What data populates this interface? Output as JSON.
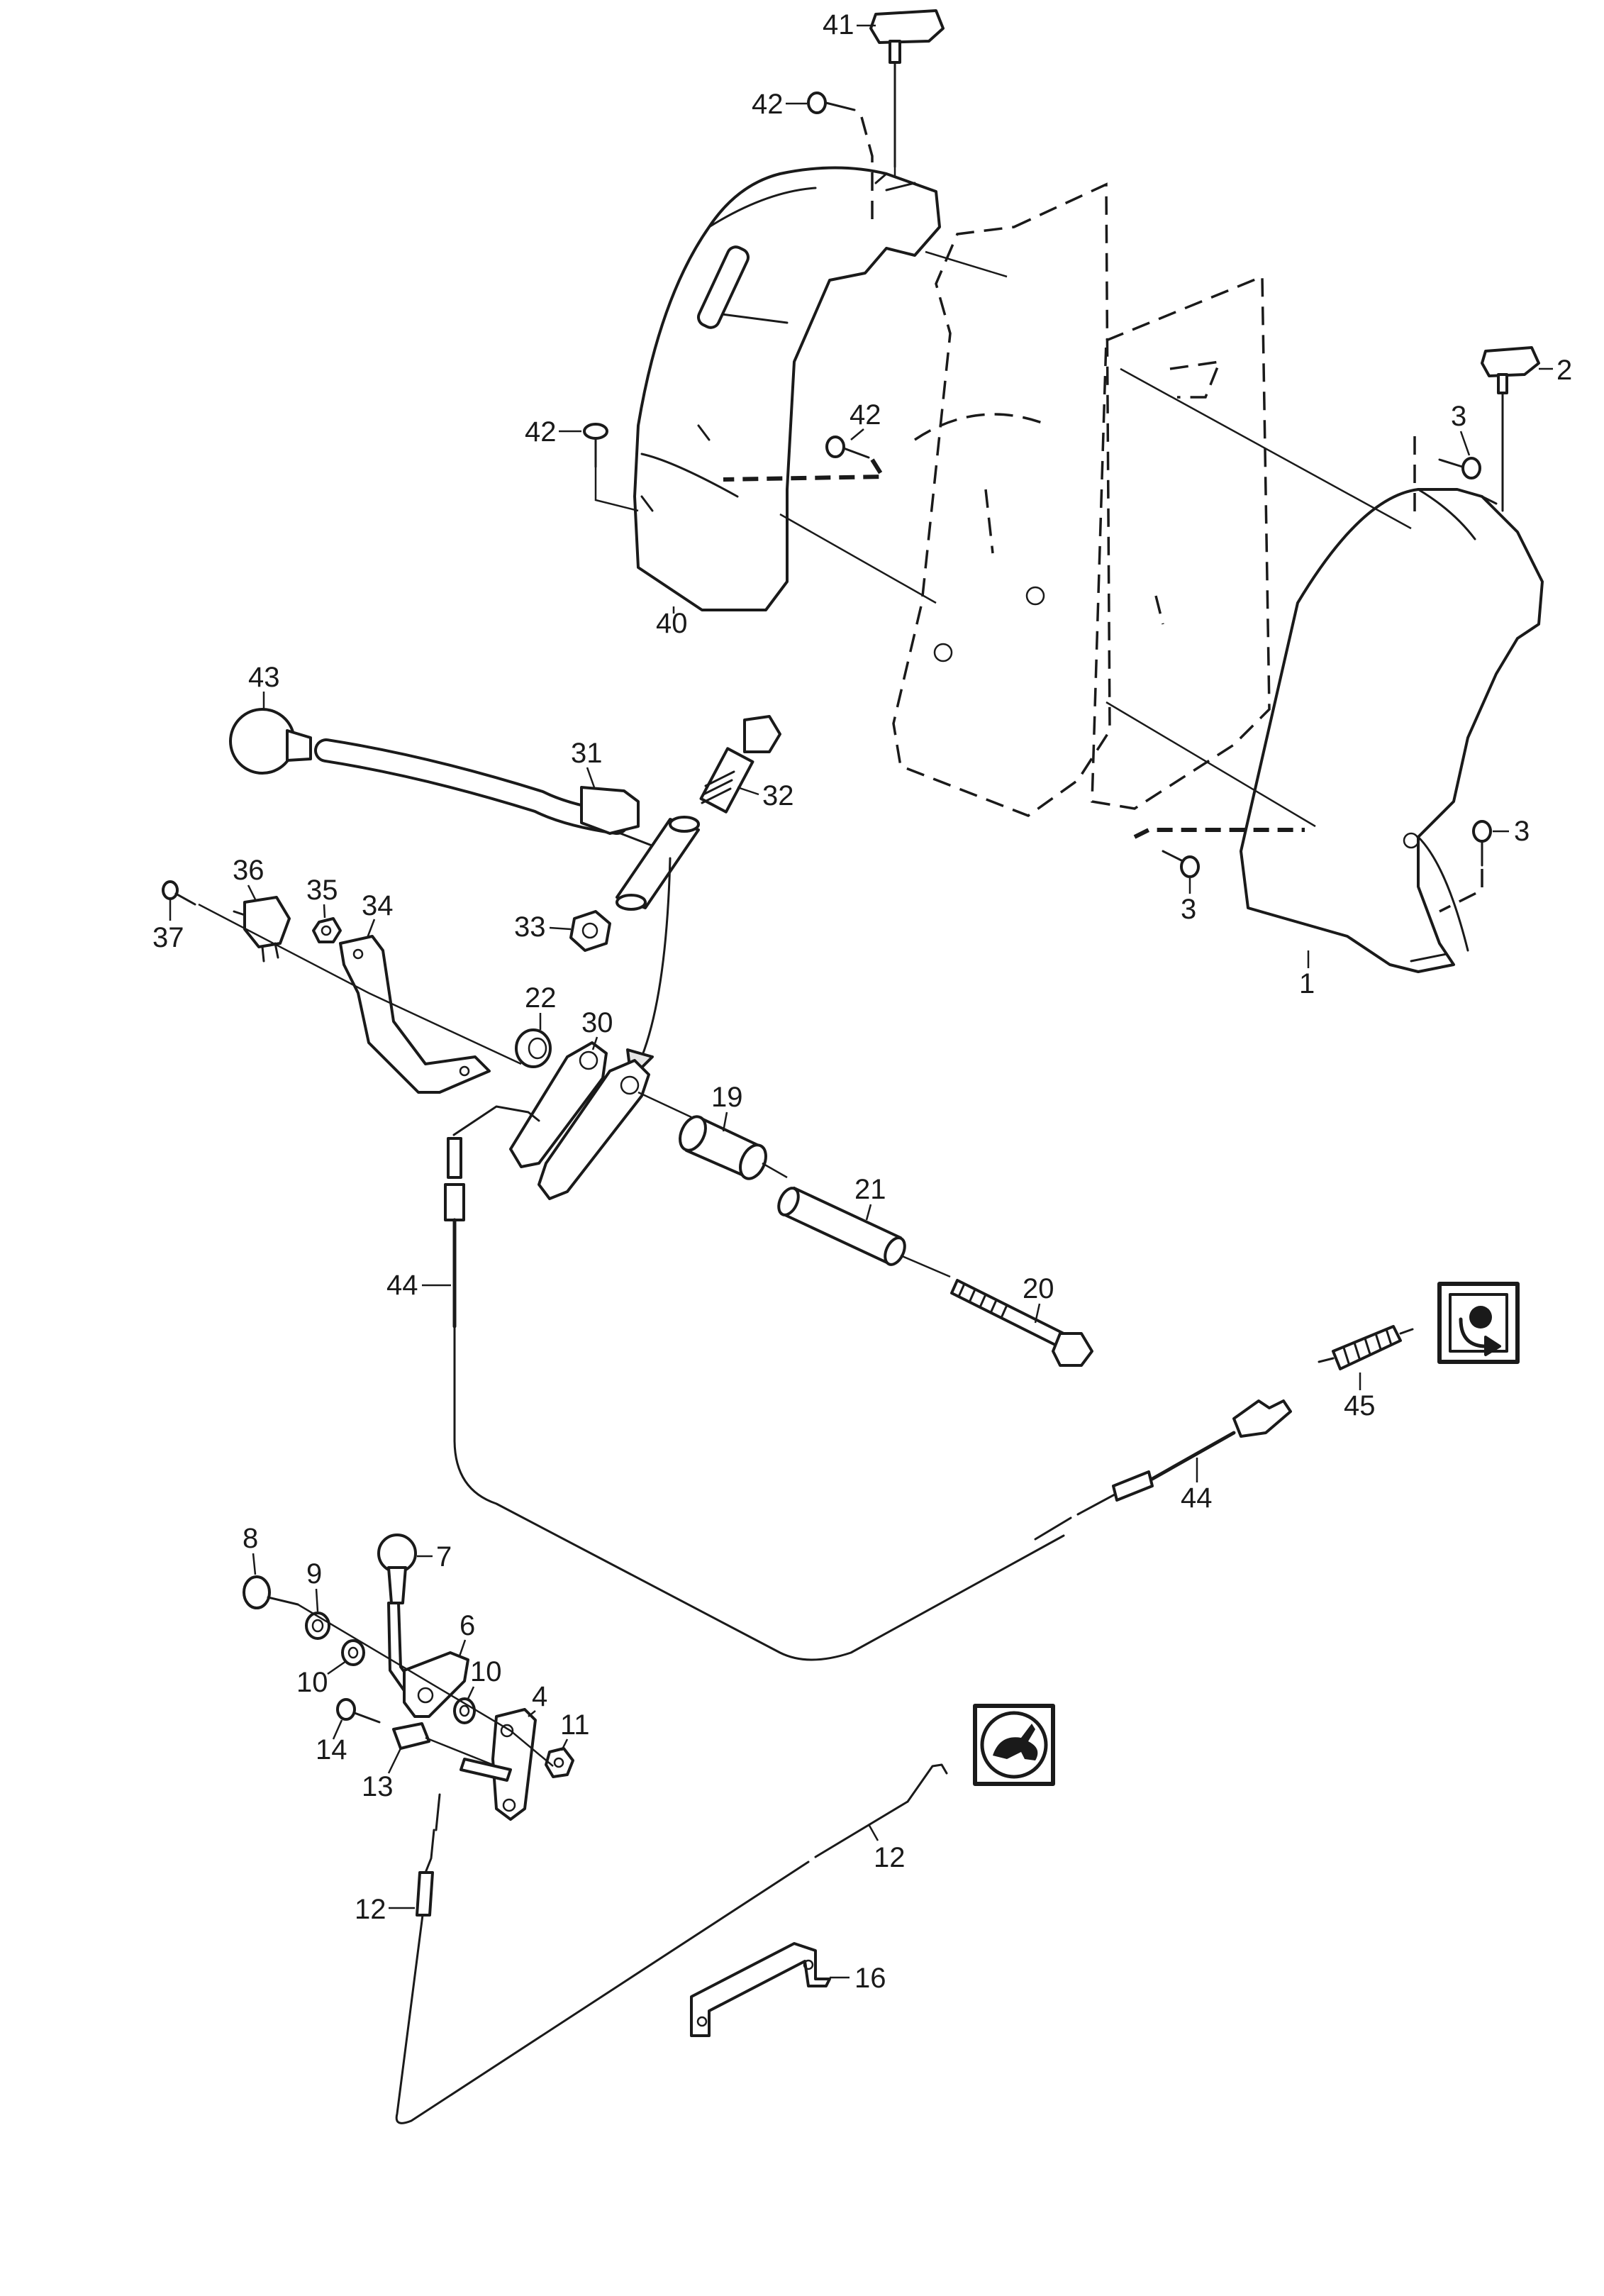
{
  "diagram": {
    "callouts": [
      {
        "id": "c41",
        "label": "41"
      },
      {
        "id": "c42a",
        "label": "42"
      },
      {
        "id": "c2",
        "label": "2"
      },
      {
        "id": "c42b",
        "label": "42"
      },
      {
        "id": "c42c",
        "label": "42"
      },
      {
        "id": "c3a",
        "label": "3"
      },
      {
        "id": "c40",
        "label": "40"
      },
      {
        "id": "c43",
        "label": "43"
      },
      {
        "id": "c31",
        "label": "31"
      },
      {
        "id": "c32",
        "label": "32"
      },
      {
        "id": "c3b",
        "label": "3"
      },
      {
        "id": "c3c",
        "label": "3"
      },
      {
        "id": "c36",
        "label": "36"
      },
      {
        "id": "c35",
        "label": "35"
      },
      {
        "id": "c34",
        "label": "34"
      },
      {
        "id": "c37",
        "label": "37"
      },
      {
        "id": "c33",
        "label": "33"
      },
      {
        "id": "c1",
        "label": "1"
      },
      {
        "id": "c22",
        "label": "22"
      },
      {
        "id": "c30",
        "label": "30"
      },
      {
        "id": "c19",
        "label": "19"
      },
      {
        "id": "c21",
        "label": "21"
      },
      {
        "id": "c44a",
        "label": "44"
      },
      {
        "id": "c20",
        "label": "20"
      },
      {
        "id": "c45",
        "label": "45"
      },
      {
        "id": "c44b",
        "label": "44"
      },
      {
        "id": "c8",
        "label": "8"
      },
      {
        "id": "c7",
        "label": "7"
      },
      {
        "id": "c9",
        "label": "9"
      },
      {
        "id": "c6",
        "label": "6"
      },
      {
        "id": "c10a",
        "label": "10"
      },
      {
        "id": "c10b",
        "label": "10"
      },
      {
        "id": "c4",
        "label": "4"
      },
      {
        "id": "c11",
        "label": "11"
      },
      {
        "id": "c14",
        "label": "14"
      },
      {
        "id": "c13",
        "label": "13"
      },
      {
        "id": "c12a",
        "label": "12"
      },
      {
        "id": "c12b",
        "label": "12"
      },
      {
        "id": "c16",
        "label": "16"
      }
    ],
    "symbols": [
      {
        "id": "rotation-symbol",
        "icon": "chute-rotation-icon"
      },
      {
        "id": "speed-symbol",
        "icon": "rabbit-speed-icon"
      }
    ]
  }
}
